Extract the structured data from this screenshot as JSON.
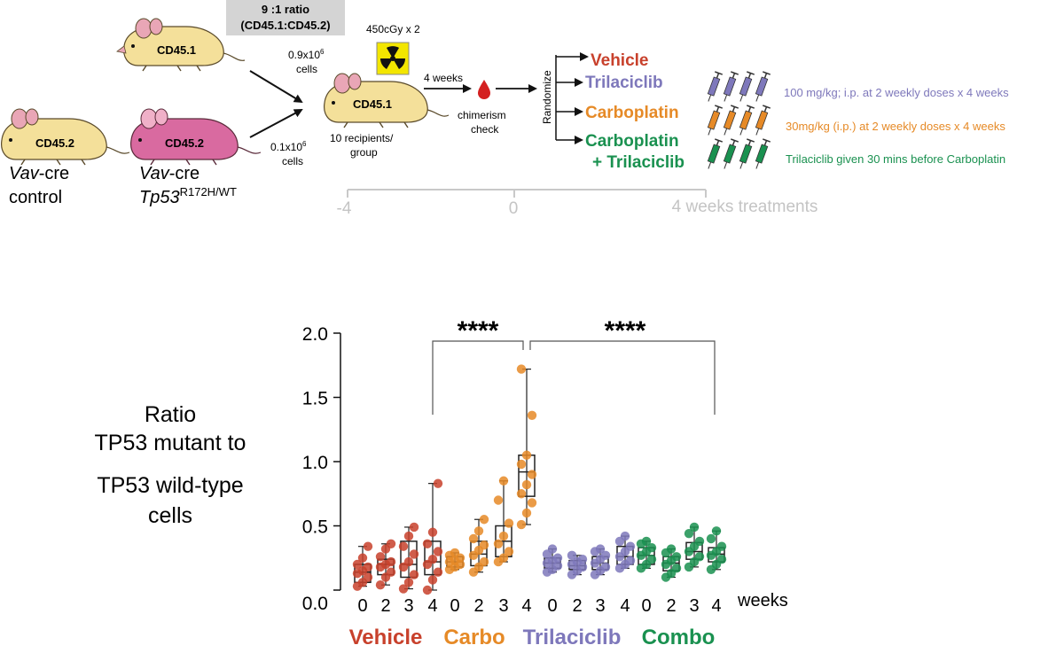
{
  "top": {
    "ratio_box": {
      "line1": "9 :1 ratio",
      "line2": "(CD45.1:CD45.2)"
    },
    "donor_top": {
      "label": "CD45.1",
      "cells_num": "0.9x10",
      "cells_exp": "6",
      "cells_word": "cells"
    },
    "donor_left": {
      "label": "CD45.2",
      "cap_italic": "Vav",
      "cap_rest": "-cre",
      "cap_line2": "control"
    },
    "donor_mut": {
      "label": "CD45.2",
      "cap_italic": "Vav",
      "cap_rest": "-cre",
      "gene": "Tp53",
      "allele": "R172H/WT"
    },
    "donor_bottom_cells": {
      "cells_num": "0.1x10",
      "cells_exp": "6",
      "cells_word": "cells"
    },
    "recipient": {
      "label": "CD45.1",
      "line1": "10 recipients/",
      "line2": "group"
    },
    "radiation": "450cGy x 2",
    "weeks_arrow": "4 weeks",
    "chimerism": {
      "line1": "chimerism",
      "line2": "check"
    },
    "randomize": "Randomize",
    "groups": [
      {
        "name": "Vehicle",
        "color": "#c8412c"
      },
      {
        "name": "Trilaciclib",
        "color": "#7e78bb"
      },
      {
        "name": "Carboplatin",
        "color": "#e68a27"
      },
      {
        "name": "Carboplatin",
        "color": "#1a9150"
      },
      {
        "name": "+ Trilaciclib",
        "color": "#1a9150"
      }
    ],
    "doses": [
      {
        "text": "100 mg/kg; i.p. at 2 weekly doses x 4 weeks",
        "color": "#7e78bb"
      },
      {
        "text": "30mg/kg (i.p.) at 2 weekly doses x 4 weeks",
        "color": "#e68a27"
      },
      {
        "text": "Trilaciclib given 30 mins before Carboplatin",
        "color": "#1a9150"
      }
    ],
    "timeline": {
      "t1": "-4",
      "t2": "0",
      "t3": "4 weeks treatments"
    }
  },
  "ylabel_lines": [
    "Ratio",
    "TP53 mutant to",
    "TP53 wild-type",
    "cells"
  ],
  "chart_data": {
    "type": "box-scatter",
    "ylim": [
      0,
      2.0
    ],
    "yticks": [
      "0.0",
      "0.5",
      "1.0",
      "1.5",
      "2.0"
    ],
    "xlabel": "weeks",
    "significance": [
      "****",
      "****"
    ],
    "groups": [
      {
        "name": "Vehicle",
        "color": "#c8412c",
        "weeks": [
          "0",
          "2",
          "3",
          "4"
        ],
        "boxes": [
          {
            "min": 0.03,
            "q1": 0.06,
            "med": 0.14,
            "q3": 0.2,
            "max": 0.34,
            "points": [
              0.03,
              0.06,
              0.1,
              0.13,
              0.15,
              0.18,
              0.2,
              0.25,
              0.34
            ]
          },
          {
            "min": 0.04,
            "q1": 0.12,
            "med": 0.2,
            "q3": 0.24,
            "max": 0.36,
            "points": [
              0.04,
              0.1,
              0.14,
              0.18,
              0.2,
              0.22,
              0.26,
              0.32,
              0.36
            ]
          },
          {
            "min": 0.01,
            "q1": 0.1,
            "med": 0.2,
            "q3": 0.38,
            "max": 0.49,
            "points": [
              0.01,
              0.06,
              0.12,
              0.18,
              0.22,
              0.28,
              0.34,
              0.42,
              0.49
            ]
          },
          {
            "min": 0.0,
            "q1": 0.12,
            "med": 0.22,
            "q3": 0.38,
            "max": 0.83,
            "points": [
              0.0,
              0.08,
              0.14,
              0.2,
              0.24,
              0.3,
              0.36,
              0.45,
              0.83
            ]
          }
        ]
      },
      {
        "name": "Carbo",
        "color": "#e68a27",
        "weeks": [
          "0",
          "2",
          "3",
          "4"
        ],
        "boxes": [
          {
            "min": 0.16,
            "q1": 0.18,
            "med": 0.22,
            "q3": 0.26,
            "max": 0.29,
            "points": [
              0.16,
              0.18,
              0.2,
              0.22,
              0.23,
              0.25,
              0.27,
              0.29
            ]
          },
          {
            "min": 0.14,
            "q1": 0.19,
            "med": 0.28,
            "q3": 0.38,
            "max": 0.55,
            "points": [
              0.14,
              0.18,
              0.22,
              0.27,
              0.31,
              0.35,
              0.4,
              0.46,
              0.55
            ]
          },
          {
            "min": 0.22,
            "q1": 0.26,
            "med": 0.38,
            "q3": 0.5,
            "max": 0.85,
            "points": [
              0.22,
              0.25,
              0.3,
              0.36,
              0.42,
              0.52,
              0.7,
              0.85
            ]
          },
          {
            "min": 0.51,
            "q1": 0.73,
            "med": 0.92,
            "q3": 1.05,
            "max": 1.72,
            "points": [
              0.51,
              0.6,
              0.68,
              0.75,
              0.82,
              0.9,
              0.98,
              1.05,
              1.36,
              1.72
            ]
          }
        ]
      },
      {
        "name": "Trilaciclib",
        "color": "#7e78bb",
        "weeks": [
          "0",
          "2",
          "3",
          "4"
        ],
        "boxes": [
          {
            "min": 0.14,
            "q1": 0.17,
            "med": 0.21,
            "q3": 0.25,
            "max": 0.32,
            "points": [
              0.14,
              0.16,
              0.19,
              0.21,
              0.23,
              0.25,
              0.28,
              0.32
            ]
          },
          {
            "min": 0.12,
            "q1": 0.16,
            "med": 0.19,
            "q3": 0.23,
            "max": 0.27,
            "points": [
              0.12,
              0.15,
              0.18,
              0.2,
              0.22,
              0.24,
              0.27
            ]
          },
          {
            "min": 0.12,
            "q1": 0.16,
            "med": 0.21,
            "q3": 0.26,
            "max": 0.32,
            "points": [
              0.12,
              0.15,
              0.18,
              0.21,
              0.24,
              0.27,
              0.3,
              0.32
            ]
          },
          {
            "min": 0.17,
            "q1": 0.2,
            "med": 0.26,
            "q3": 0.34,
            "max": 0.42,
            "points": [
              0.17,
              0.2,
              0.23,
              0.26,
              0.3,
              0.34,
              0.38,
              0.42
            ]
          }
        ]
      },
      {
        "name": "Combo",
        "color": "#1a9150",
        "weeks": [
          "0",
          "2",
          "3",
          "4"
        ],
        "boxes": [
          {
            "min": 0.17,
            "q1": 0.2,
            "med": 0.27,
            "q3": 0.33,
            "max": 0.38,
            "points": [
              0.17,
              0.2,
              0.24,
              0.27,
              0.3,
              0.33,
              0.36,
              0.38
            ]
          },
          {
            "min": 0.1,
            "q1": 0.15,
            "med": 0.21,
            "q3": 0.26,
            "max": 0.32,
            "points": [
              0.1,
              0.13,
              0.17,
              0.2,
              0.23,
              0.26,
              0.29,
              0.32
            ]
          },
          {
            "min": 0.18,
            "q1": 0.24,
            "med": 0.3,
            "q3": 0.37,
            "max": 0.49,
            "points": [
              0.18,
              0.22,
              0.26,
              0.3,
              0.34,
              0.38,
              0.44,
              0.49
            ]
          },
          {
            "min": 0.16,
            "q1": 0.22,
            "med": 0.28,
            "q3": 0.33,
            "max": 0.46,
            "points": [
              0.16,
              0.2,
              0.24,
              0.27,
              0.3,
              0.34,
              0.4,
              0.46
            ]
          }
        ]
      }
    ]
  }
}
